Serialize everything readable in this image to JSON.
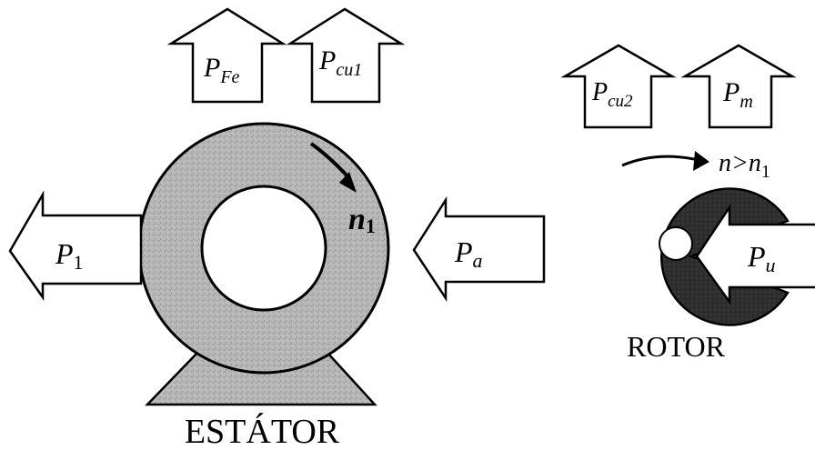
{
  "stator": {
    "caption": "ESTÁTOR",
    "rotation_label": "n",
    "rotation_sub": "1"
  },
  "rotor": {
    "caption": "ROTOR",
    "speed_main": "n>n",
    "speed_sub": "1"
  },
  "arrows": {
    "p_fe": {
      "main": "P",
      "sub": "Fe"
    },
    "p_cu1": {
      "main": "P",
      "sub": "cu1"
    },
    "p_cu2": {
      "main": "P",
      "sub": "cu2"
    },
    "p_m": {
      "main": "P",
      "sub": "m"
    },
    "p_1": {
      "main": "P",
      "sub": "1"
    },
    "p_a": {
      "main": "P",
      "sub": "a"
    },
    "p_u": {
      "main": "P",
      "sub": "u"
    }
  },
  "colors": {
    "stator_fill": "#b4b4b4",
    "base_fill": "#a8a8a8",
    "rotor_fill": "#2e2e2e",
    "stroke": "#000000"
  }
}
